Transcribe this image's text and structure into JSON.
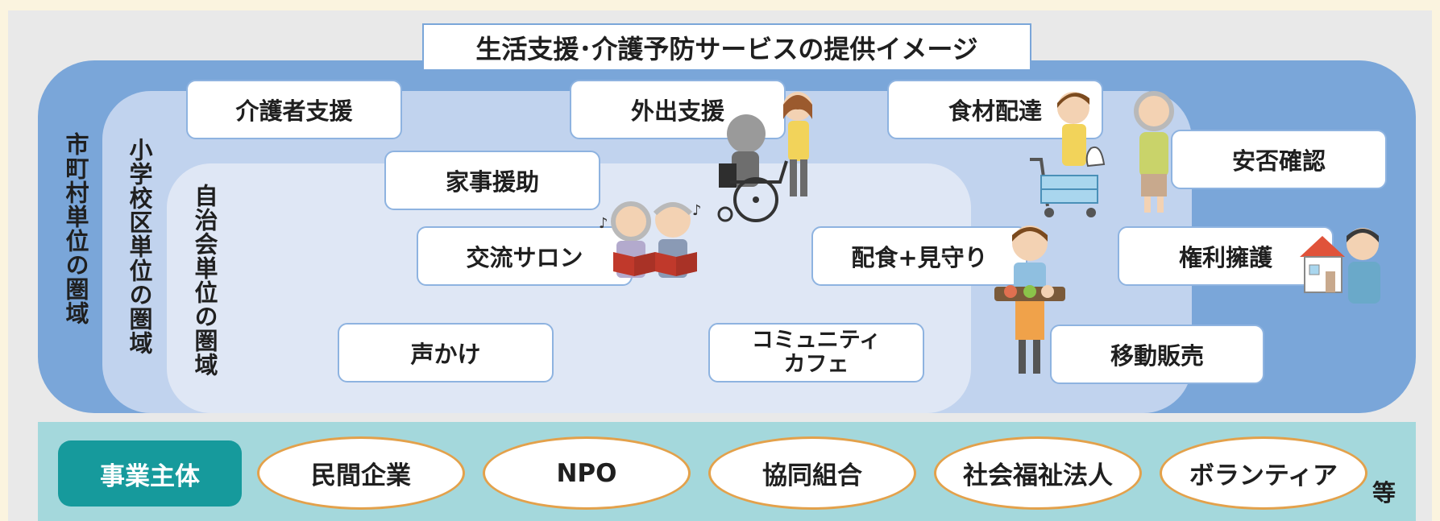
{
  "title": "生活支援･介護予防サービスの提供イメージ",
  "areas": {
    "city": "市町村単位の圏域",
    "school_district": "小学校区単位の圏域",
    "neighborhood_assoc": "自治会単位の圏域"
  },
  "services": {
    "caregiver_support": "介護者支援",
    "outing_support": "外出支援",
    "food_delivery": "食材配達",
    "safety_check": "安否確認",
    "housework_help": "家事援助",
    "social_salon": "交流サロン",
    "meal_watch": "配食+見守り",
    "rights_advocacy": "権利擁護",
    "greeting": "声かけ",
    "community_cafe_line1": "コミュニティ",
    "community_cafe_line2": "カフェ",
    "mobile_sales": "移動販売"
  },
  "providers": {
    "label": "事業主体",
    "items": [
      "民間企業",
      "NPO",
      "協同組合",
      "社会福祉法人",
      "ボランティア"
    ],
    "etc": "等"
  },
  "colors": {
    "city_region": "#7aa6d9",
    "school_region": "#c1d3ee",
    "assoc_region": "#dfe7f5",
    "provider_band": "#a4d8dc",
    "entity_badge": "#169a9c",
    "oval_border": "#e3a14b",
    "page_background": "#fbf4df"
  },
  "icons": [
    "wheelchair-helper-illustration",
    "singing-couple-illustration",
    "delivery-cart-illustration",
    "elderly-woman-illustration",
    "meal-server-illustration",
    "house-man-illustration"
  ]
}
